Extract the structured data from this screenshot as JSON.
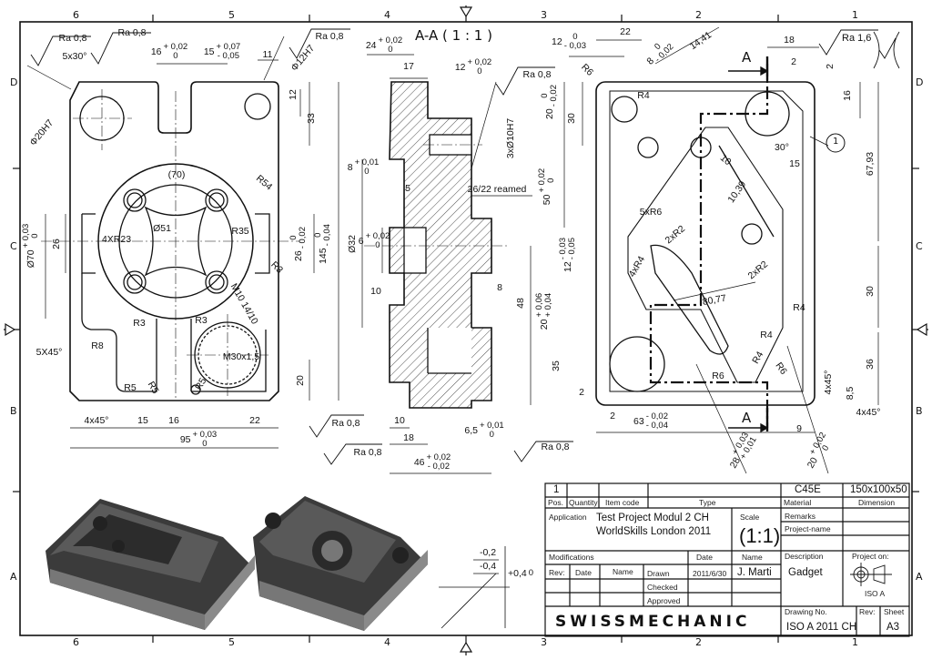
{
  "frame": {
    "columns_top": [
      "6",
      "5",
      "4",
      "3",
      "2",
      "1"
    ],
    "columns_bottom": [
      "6",
      "5",
      "4",
      "3",
      "2",
      "1"
    ],
    "rows_left": [
      "D",
      "C",
      "B",
      "A"
    ],
    "rows_right": [
      "D",
      "C",
      "B",
      "A"
    ]
  },
  "section_title": "A-A ( 1 : 1 )",
  "section_marker": "A",
  "balloon": "1",
  "surface_general": "Ra 1,6",
  "dims": {
    "ra1": {
      "t": "Ra 0,8"
    },
    "ra2": {
      "t": "Ra 0,8"
    },
    "ra3": {
      "t": "Ra 0,8"
    },
    "ch5x30": {
      "t": "5x30°"
    },
    "d16": {
      "t": "16",
      "u": "+ 0,02",
      "l": "0"
    },
    "d15": {
      "t": "15",
      "u": "+ 0,07",
      "l": "- 0,05"
    },
    "d11": {
      "t": "11"
    },
    "phi12": {
      "t": "Φ12H7"
    },
    "d12v": {
      "t": "12"
    },
    "d33": {
      "t": "33"
    },
    "phi20": {
      "t": "Φ20H7"
    },
    "d70": {
      "t": "(70)"
    },
    "r54": {
      "t": "R54"
    },
    "o51": {
      "t": "Ø51"
    },
    "r35": {
      "t": "R35"
    },
    "r23": {
      "t": "4XR23"
    },
    "d26l": {
      "t": "26"
    },
    "o70": {
      "t": "Ø70",
      "u": "+ 0,03",
      "l": "0"
    },
    "d26r": {
      "t": "26",
      "u": "0",
      "l": "- 0,02"
    },
    "d145": {
      "t": "145",
      "u": "0",
      "l": "- 0,04"
    },
    "r3a": {
      "t": "R3"
    },
    "m10": {
      "t": "M10 14/10"
    },
    "r3b": {
      "t": "R3"
    },
    "r3c": {
      "t": "R3"
    },
    "r8": {
      "t": "R8"
    },
    "ch5x45": {
      "t": "5X45°"
    },
    "m30": {
      "t": "M30x1,5"
    },
    "r5a": {
      "t": "R5"
    },
    "r5b": {
      "t": "R5"
    },
    "r5c": {
      "t": "R5"
    },
    "d20l": {
      "t": "20"
    },
    "ch4x45l": {
      "t": "4x45°"
    },
    "d15b": {
      "t": "15"
    },
    "d16b": {
      "t": "16"
    },
    "d22b": {
      "t": "22"
    },
    "ra4": {
      "t": "Ra 0,8"
    },
    "d95": {
      "t": "95",
      "u": "+ 0,03",
      "l": "0"
    },
    "ra5": {
      "t": "Ra 0,8"
    },
    "d24": {
      "t": "24",
      "u": "+ 0,02",
      "l": "0"
    },
    "d17": {
      "t": "17"
    },
    "d12m": {
      "t": "12",
      "u": "+ 0,02",
      "l": "0"
    },
    "ra6": {
      "t": "Ra 0,8"
    },
    "o10": {
      "t": "3xØ10H7"
    },
    "d8m": {
      "t": "8",
      "u": "+ 0,01",
      "l": "0"
    },
    "d5": {
      "t": "5"
    },
    "reamed": {
      "t": "26/22 reamed"
    },
    "d6m": {
      "t": "6",
      "u": "+ 0,02",
      "l": "0"
    },
    "o32": {
      "t": "Ø32"
    },
    "d10m": {
      "t": "10"
    },
    "d8r": {
      "t": "8"
    },
    "d10b": {
      "t": "10"
    },
    "d18b": {
      "t": "18"
    },
    "d65": {
      "t": "6,5",
      "u": "+ 0,01",
      "l": "0"
    },
    "d46": {
      "t": "46",
      "u": "+ 0,02",
      "l": "- 0,02"
    },
    "ra7": {
      "t": "Ra 0,8"
    },
    "d12r": {
      "t": "12",
      "u": "0",
      "l": "- 0,03"
    },
    "d22r": {
      "t": "22"
    },
    "d8d": {
      "t": "8",
      "u": "0",
      "l": "- 0,02"
    },
    "d1441": {
      "t": "14,41"
    },
    "d18r": {
      "t": "18"
    },
    "d2a": {
      "t": "2"
    },
    "d2b": {
      "t": "2"
    },
    "r6a": {
      "t": "R6"
    },
    "r4a": {
      "t": "R4"
    },
    "d16r": {
      "t": "16"
    },
    "d20r": {
      "t": "20",
      "u": "0",
      "l": "- 0,02"
    },
    "d30a": {
      "t": "30"
    },
    "a30": {
      "t": "30°"
    },
    "d15r": {
      "t": "15"
    },
    "d6793": {
      "t": "67,93"
    },
    "d10r": {
      "t": "10"
    },
    "d50": {
      "t": "50",
      "u": "+ 0,02",
      "l": "0"
    },
    "d1039": {
      "t": "10,39"
    },
    "r6x5": {
      "t": "5xR6"
    },
    "r2a": {
      "t": "2xR2"
    },
    "d12s": {
      "t": "12",
      "u": "- 0,03",
      "l": "- 0,05"
    },
    "r4x4": {
      "t": "4xR4"
    },
    "r2b": {
      "t": "2xR2"
    },
    "d20s": {
      "t": "20",
      "u": "+ 0,06",
      "l": "+ 0,04"
    },
    "d48": {
      "t": "48"
    },
    "d30b": {
      "t": "30"
    },
    "d8077": {
      "t": "80,77"
    },
    "r4b": {
      "t": "R4"
    },
    "r4c": {
      "t": "R4"
    },
    "r4d": {
      "t": "R4"
    },
    "d35": {
      "t": "35"
    },
    "r6b": {
      "t": "R6"
    },
    "r6c": {
      "t": "R6"
    },
    "d36": {
      "t": "36"
    },
    "ch4x45v": {
      "t": "4x45°"
    },
    "d85": {
      "t": "8,5"
    },
    "d2c": {
      "t": "2"
    },
    "d2d": {
      "t": "2"
    },
    "d63": {
      "t": "63",
      "u": "- 0,02",
      "l": "- 0,04"
    },
    "ch4x45r": {
      "t": "4x45°"
    },
    "d9": {
      "t": "9"
    },
    "d28": {
      "t": "28",
      "u": "+ 0,03",
      "l": "+ 0,01"
    },
    "d20b": {
      "t": "20",
      "u": "+ 0,02",
      "l": "0"
    },
    "gt1": {
      "t": "-0,2"
    },
    "gt2": {
      "t": "-0,4"
    },
    "gt3": {
      "t": "+0,4",
      "l": "0"
    }
  },
  "title_block": {
    "pos_value": "1",
    "material_value": "C45E",
    "dimension_value": "150x100x50",
    "labels": {
      "pos": "Pos.",
      "quantity": "Quantity",
      "item_code": "Item code",
      "type": "Type",
      "material": "Material",
      "dimension": "Dimension",
      "application": "Application",
      "scale": "Scale",
      "remarks": "Remarks",
      "project_name": "Project-name",
      "modifications": "Modifications",
      "date": "Date",
      "name": "Name",
      "description": "Description",
      "project_on": "Project on:",
      "rev": "Rev:",
      "rev_date": "Date",
      "rev_name": "Name",
      "drawn": "Drawn",
      "checked": "Checked",
      "approved": "Approved",
      "drawing_no": "Drawing No.",
      "rev2": "Rev:",
      "sheet": "Sheet"
    },
    "application_line1": "Test Project Modul 2 CH",
    "application_line2": "WorldSkills London 2011",
    "scale_value": "(1:1)",
    "drawn_date": "2011/6/30",
    "drawn_name": "J. Marti",
    "description_value": "Gadget",
    "projection": "ISO A",
    "company": "SWISSMECHANIC",
    "drawing_no_value": "ISO A 2011 CH",
    "sheet_value": "A3"
  }
}
